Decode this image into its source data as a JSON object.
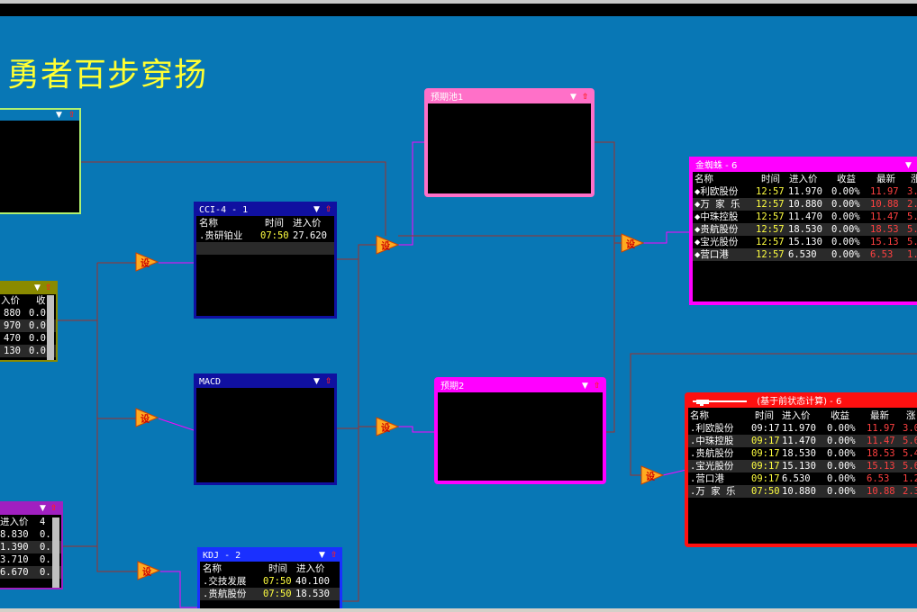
{
  "page_title": "勇者百步穿扬",
  "gate_label": "设",
  "panels": {
    "topleft": {
      "title": ""
    },
    "left_olive": {
      "headers": [
        "入价",
        "收"
      ],
      "rows": [
        [
          "880",
          "0.0"
        ],
        [
          "970",
          "0.0"
        ],
        [
          "470",
          "0.0"
        ],
        [
          "130",
          "0.0"
        ]
      ]
    },
    "left_purple": {
      "headers": [
        "进入价",
        "4"
      ],
      "rows": [
        [
          "8.830",
          "0."
        ],
        [
          "1.390",
          "0."
        ],
        [
          "3.710",
          "0."
        ],
        [
          "6.670",
          "0."
        ]
      ]
    },
    "cci": {
      "title": "CCI-4 - 1",
      "headers": [
        "名称",
        "时间",
        "进入价"
      ],
      "rows": [
        [
          ".贵研铂业",
          "07:50",
          "27.620"
        ]
      ]
    },
    "macd": {
      "title": "MACD"
    },
    "kdj": {
      "title": "KDJ - 2",
      "headers": [
        "名称",
        "时间",
        "进入价"
      ],
      "rows": [
        [
          ".交技发展",
          "07:50",
          "40.100"
        ],
        [
          ".贵航股份",
          "07:50",
          "18.530"
        ]
      ]
    },
    "yuqi1": {
      "title": "预期池1"
    },
    "yuqi2": {
      "title": "预期2"
    },
    "jinzhizhu": {
      "title": "金蜘蛛 - 6",
      "headers": [
        "名称",
        "时间",
        "进入价",
        "收益",
        "最新",
        "涨"
      ],
      "rows": [
        [
          "◆利欧股份",
          "12:57",
          "11.970",
          "0.00%",
          "11.97",
          "3."
        ],
        [
          "◆万 家 乐",
          "12:57",
          "10.880",
          "0.00%",
          "10.88",
          "2."
        ],
        [
          "◆中珠控股",
          "12:57",
          "11.470",
          "0.00%",
          "11.47",
          "5."
        ],
        [
          "◆贵航股份",
          "12:57",
          "18.530",
          "0.00%",
          "18.53",
          "5."
        ],
        [
          "◆宝光股份",
          "12:57",
          "15.130",
          "0.00%",
          "15.13",
          "5."
        ],
        [
          "◆营口港",
          "12:57",
          "6.530",
          "0.00%",
          "6.53",
          "1."
        ]
      ]
    },
    "jiyu": {
      "title": "(基于前状态计算) - 6",
      "headers": [
        "名称",
        "时间",
        "进入价",
        "收益",
        "最新",
        "涨"
      ],
      "rows": [
        [
          ".利欧股份",
          "09:17",
          "11.970",
          "0.00%",
          "11.97",
          "3.0"
        ],
        [
          ".中珠控股",
          "09:17",
          "11.470",
          "0.00%",
          "11.47",
          "5.6"
        ],
        [
          ".贵航股份",
          "09:17",
          "18.530",
          "0.00%",
          "18.53",
          "5.4"
        ],
        [
          ".宝光股份",
          "09:17",
          "15.130",
          "0.00%",
          "15.13",
          "5.6"
        ],
        [
          ".营口港",
          "09:17",
          "6.530",
          "0.00%",
          "6.53",
          "1.2"
        ],
        [
          ".万 家 乐",
          "07:50",
          "10.880",
          "0.00%",
          "10.88",
          "2.3"
        ]
      ]
    }
  },
  "colors": {
    "background": "#0877b5",
    "title": "#ffff33",
    "wire": "#a0302a",
    "wire_magenta": "#ff00ff"
  }
}
